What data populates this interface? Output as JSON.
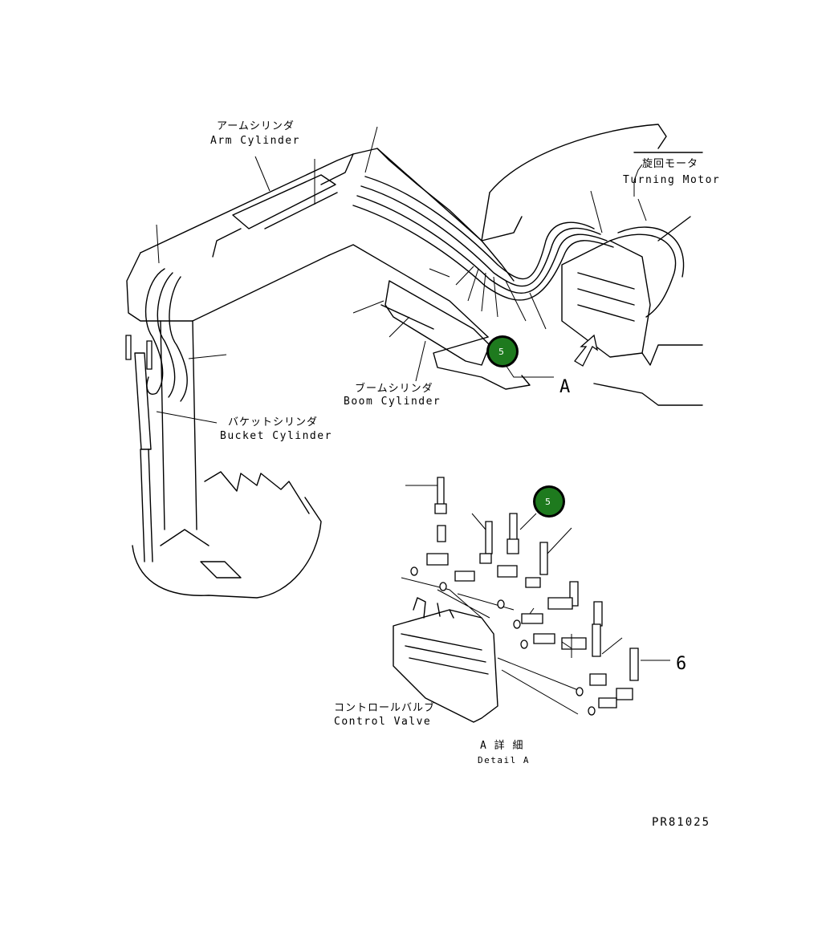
{
  "labels": {
    "arm_cylinder_jp": "アームシリンダ",
    "arm_cylinder_en": "Arm Cylinder",
    "turning_motor_jp": "旋回モータ",
    "turning_motor_en": "Turning Motor",
    "boom_cylinder_jp": "ブームシリンダ",
    "boom_cylinder_en": "Boom Cylinder",
    "bucket_cylinder_jp": "バケットシリンダ",
    "bucket_cylinder_en": "Bucket Cylinder",
    "control_valve_jp": "コントロールバルブ",
    "control_valve_en": "Control Valve",
    "view_arrow": "A",
    "detail_jp": "A 詳 細",
    "detail_en": "Detail A",
    "part_6": "6",
    "drawing_ref": "PR81025"
  },
  "callouts": [
    {
      "number": "5",
      "color": "#1e7a1e"
    },
    {
      "number": "5",
      "color": "#1e7a1e"
    }
  ]
}
